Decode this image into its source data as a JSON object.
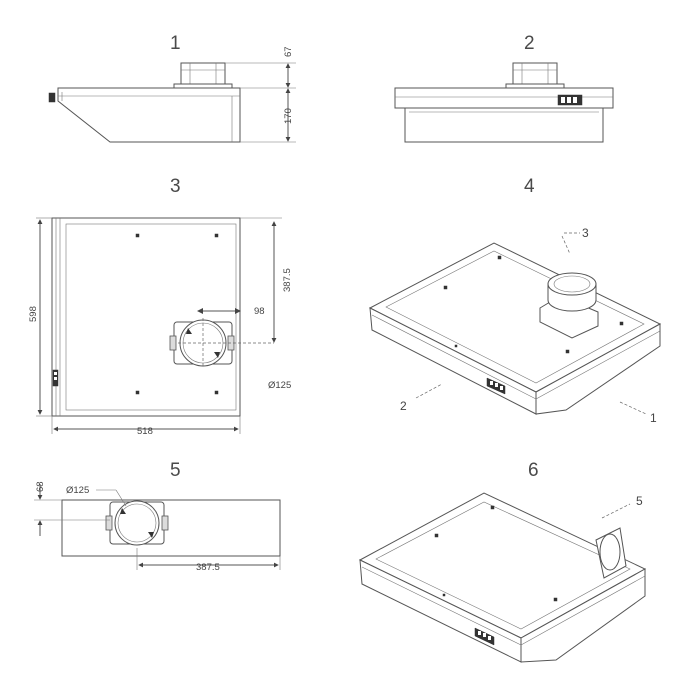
{
  "views": [
    {
      "label": "1"
    },
    {
      "label": "2"
    },
    {
      "label": "3"
    },
    {
      "label": "4"
    },
    {
      "label": "5"
    },
    {
      "label": "6"
    }
  ],
  "dimensions": {
    "v1_collar_height": "67",
    "v1_body_height": "170",
    "v3_collar_offset": "387.5",
    "v3_side_offset": "98",
    "v3_depth": "598",
    "v3_width": "518",
    "v3_collar_diameter": "Ø125",
    "v5_height": "68",
    "v5_collar_diameter": "Ø125",
    "v5_collar_offset": "387.5"
  },
  "callouts": {
    "v4_outlet": "3",
    "v4_front": "2",
    "v4_side": "1",
    "v6_outlet": "5"
  }
}
